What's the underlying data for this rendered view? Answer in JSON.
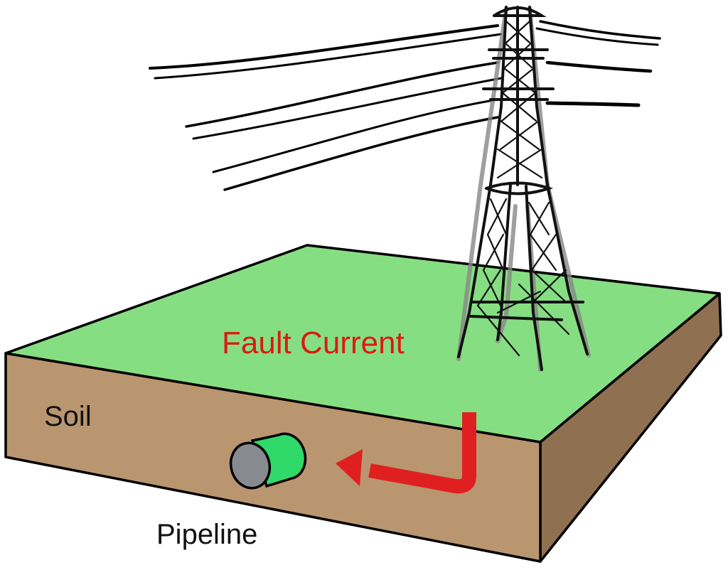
{
  "title": "Fault current from transmission tower through soil to pipeline",
  "labels": {
    "fault_current": "Fault Current",
    "soil": "Soil",
    "pipeline": "Pipeline"
  },
  "colors": {
    "ground_top": "#86de82",
    "soil_front": "#b9966f",
    "soil_side": "#8f7050",
    "fault_arrow": "#e02020",
    "fault_text": "#dd1a10",
    "pipe_end": "#878a8e",
    "pipe_body": "#2fd96a",
    "outline": "#000000"
  },
  "elements": [
    "transmission-tower",
    "power-lines",
    "ground-block",
    "pipeline",
    "fault-current-arrow"
  ]
}
